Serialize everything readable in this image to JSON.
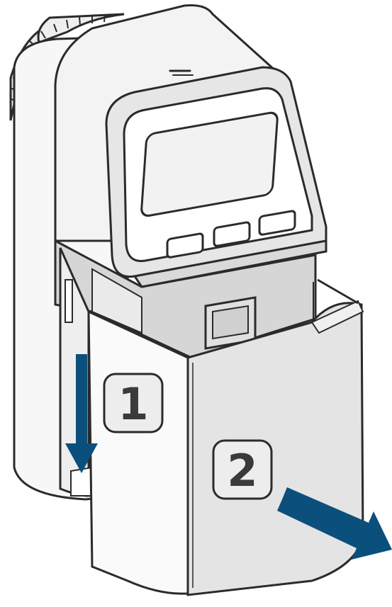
{
  "figure": {
    "description_type": "installation-illustration",
    "device": "radiator-thermostat",
    "colors": {
      "outline": "#2b2b2b",
      "light_fill": "#f7f7f7",
      "mid_fill": "#e4e4e4",
      "shade_fill": "#d6d6d6",
      "arrow": "#0b4f7c",
      "badge_fill": "#ededed",
      "badge_text": "#3a3a3a"
    },
    "steps": [
      {
        "label": "1",
        "arrow_direction": "down"
      },
      {
        "label": "2",
        "arrow_direction": "down-right"
      }
    ],
    "icons": [
      "arrow-down-icon",
      "arrow-down-right-icon"
    ]
  }
}
